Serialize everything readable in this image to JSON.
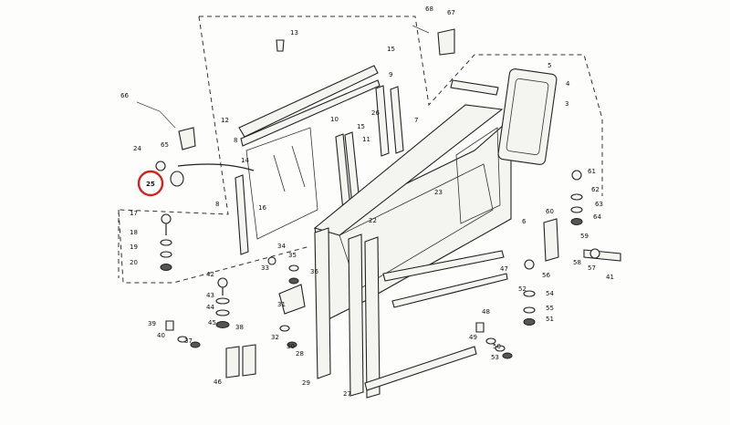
{
  "diagram": {
    "highlight_color": "#d42020",
    "callouts": [
      "68",
      "67",
      "13",
      "15",
      "9",
      "5",
      "4",
      "3",
      "66",
      "12",
      "8",
      "26",
      "7",
      "10",
      "15",
      "11",
      "65",
      "24",
      "25",
      "14",
      "8",
      "16",
      "23",
      "22",
      "6",
      "61",
      "62",
      "63",
      "64",
      "17",
      "18",
      "19",
      "20",
      "34",
      "33",
      "35",
      "36",
      "31",
      "32",
      "30",
      "28",
      "29",
      "27",
      "47",
      "48",
      "49",
      "50",
      "53",
      "52",
      "54",
      "55",
      "51",
      "56",
      "60",
      "59",
      "58",
      "57",
      "41",
      "42",
      "43",
      "44",
      "45",
      "38",
      "39",
      "40",
      "37",
      "46"
    ],
    "highlighted_callout": "25"
  }
}
